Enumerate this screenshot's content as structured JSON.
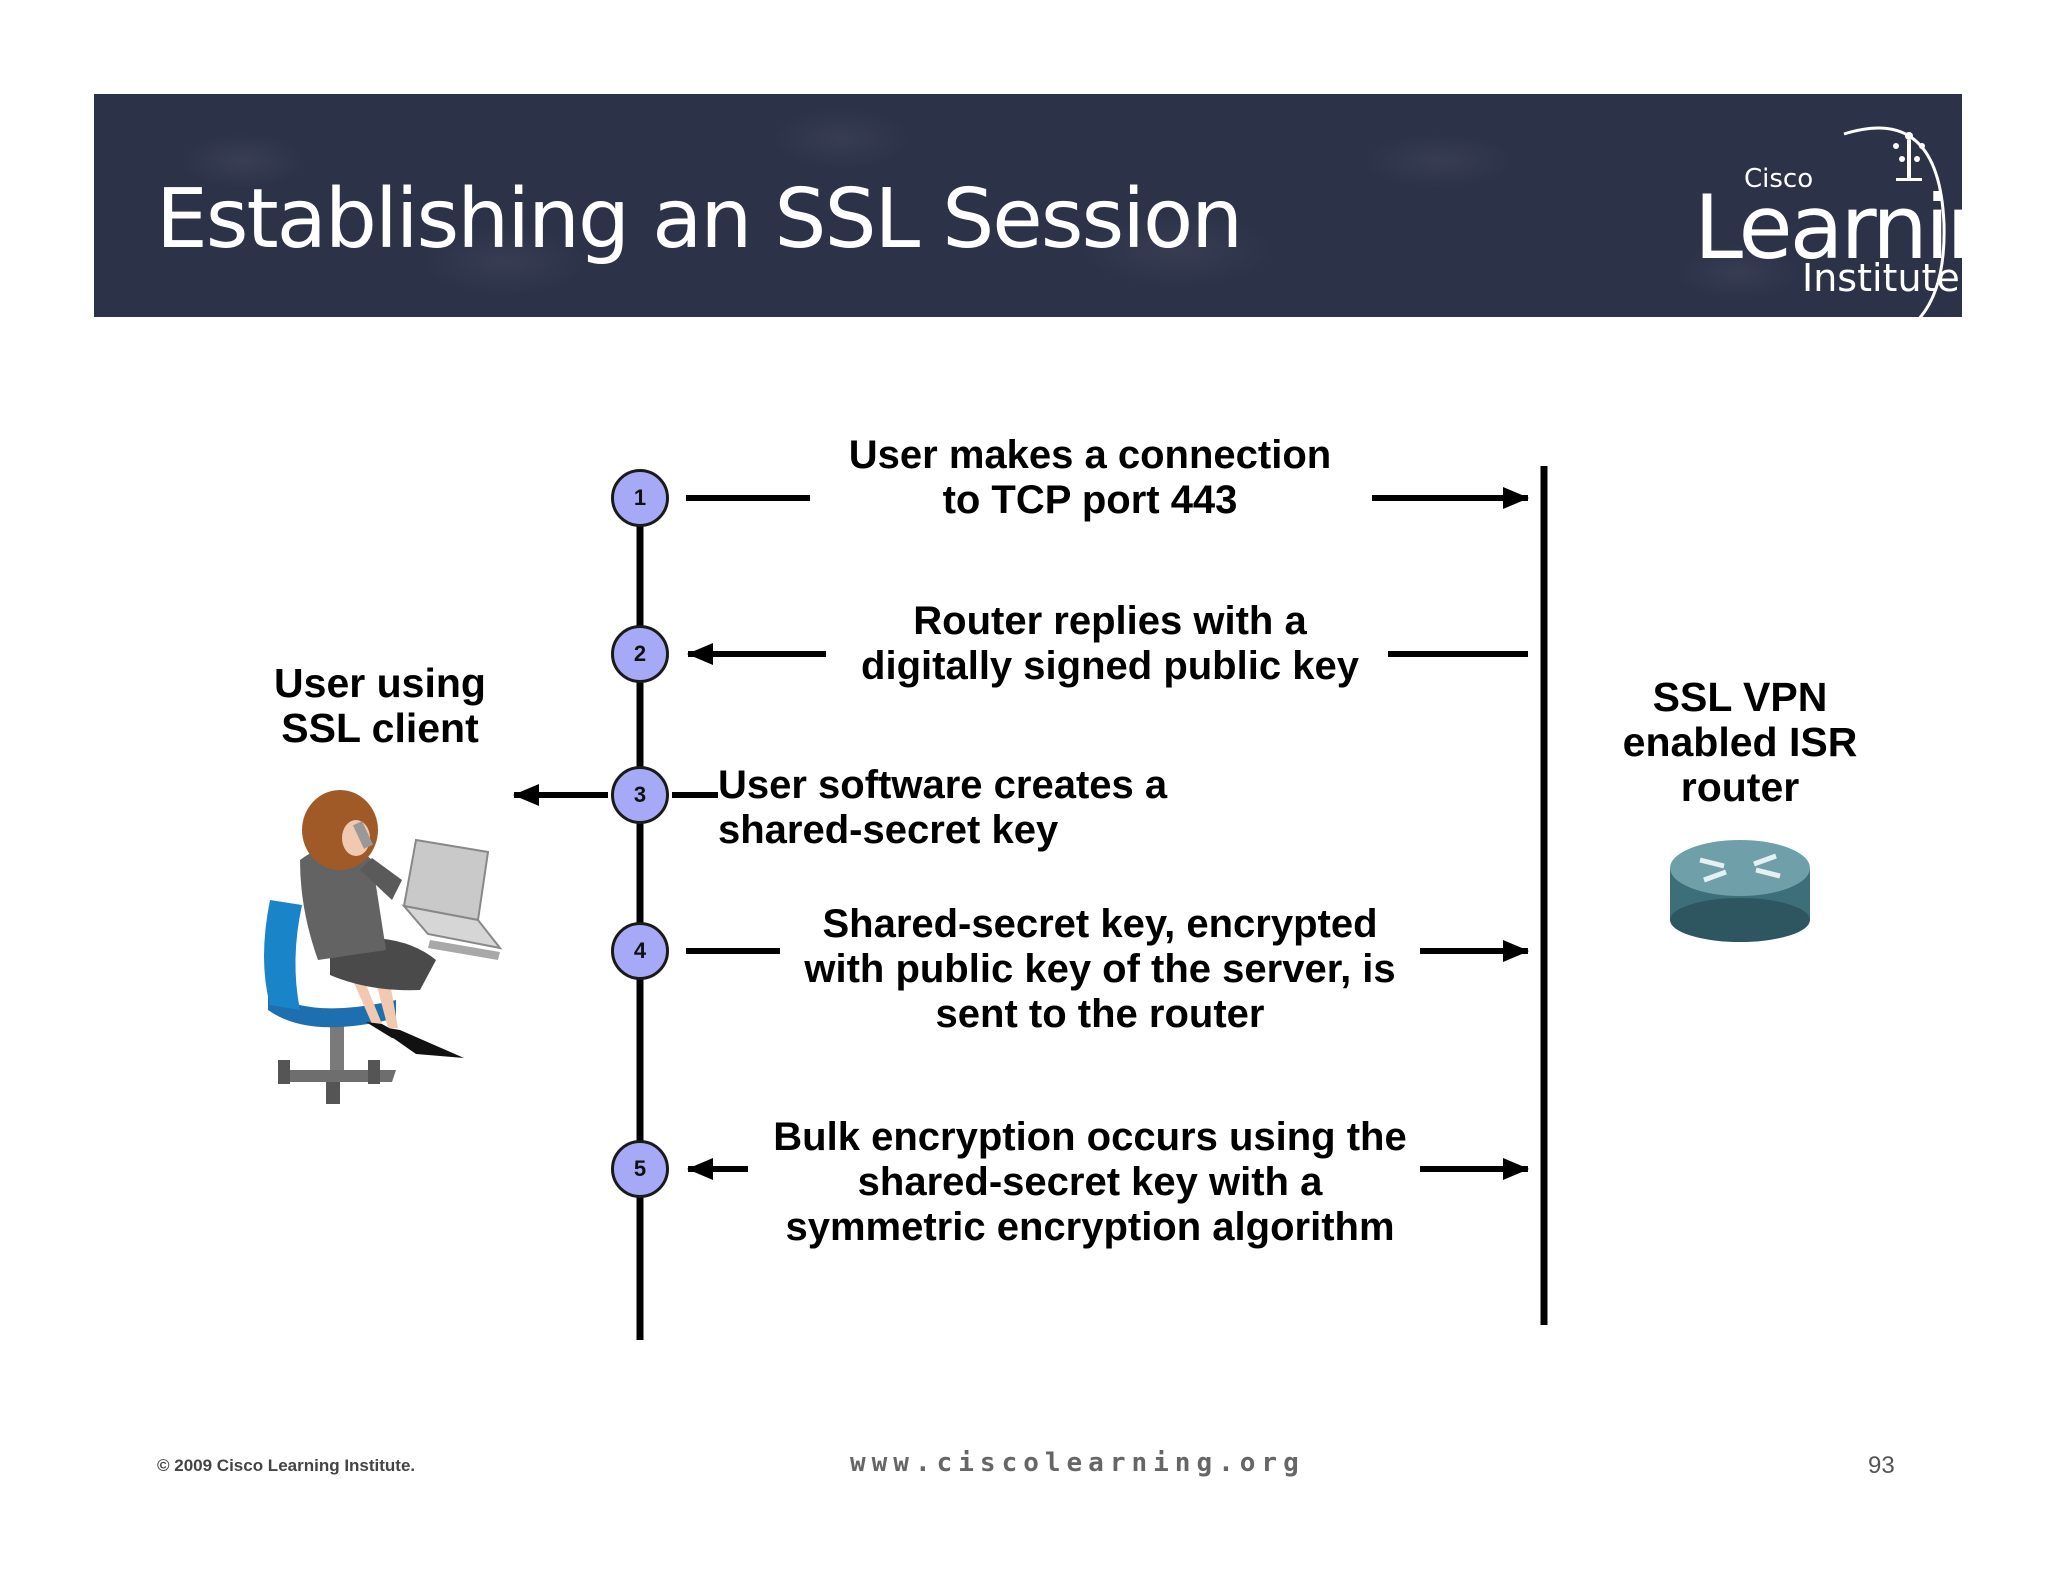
{
  "header": {
    "title": "Establishing an SSL Session",
    "logo_cisco": "Cisco",
    "logo_learning": "Learning",
    "logo_institute": "Institute"
  },
  "client": {
    "label": "User using\nSSL client",
    "illustration": "woman-at-laptop-icon"
  },
  "server": {
    "label": "SSL VPN\nenabled ISR\nrouter",
    "illustration": "router-icon"
  },
  "steps": [
    {
      "number": "1",
      "text": "User makes a connection\nto TCP port 443",
      "direction": "to-router"
    },
    {
      "number": "2",
      "text": "Router replies with a\ndigitally signed public key",
      "direction": "to-client"
    },
    {
      "number": "3",
      "text": "User software creates a\nshared-secret key",
      "direction": "local"
    },
    {
      "number": "4",
      "text": "Shared-secret key, encrypted\nwith public key of the server, is\nsent to the router",
      "direction": "to-router"
    },
    {
      "number": "5",
      "text": "Bulk encryption occurs using the\nshared-secret key with a\nsymmetric encryption algorithm",
      "direction": "bidirectional"
    }
  ],
  "footer": {
    "copyright": "© 2009 Cisco Learning Institute.",
    "url": "www.ciscolearning.org",
    "page": "93"
  },
  "colors": {
    "header_bg": "#2c3248",
    "step_circle": "#a6a9f5"
  }
}
